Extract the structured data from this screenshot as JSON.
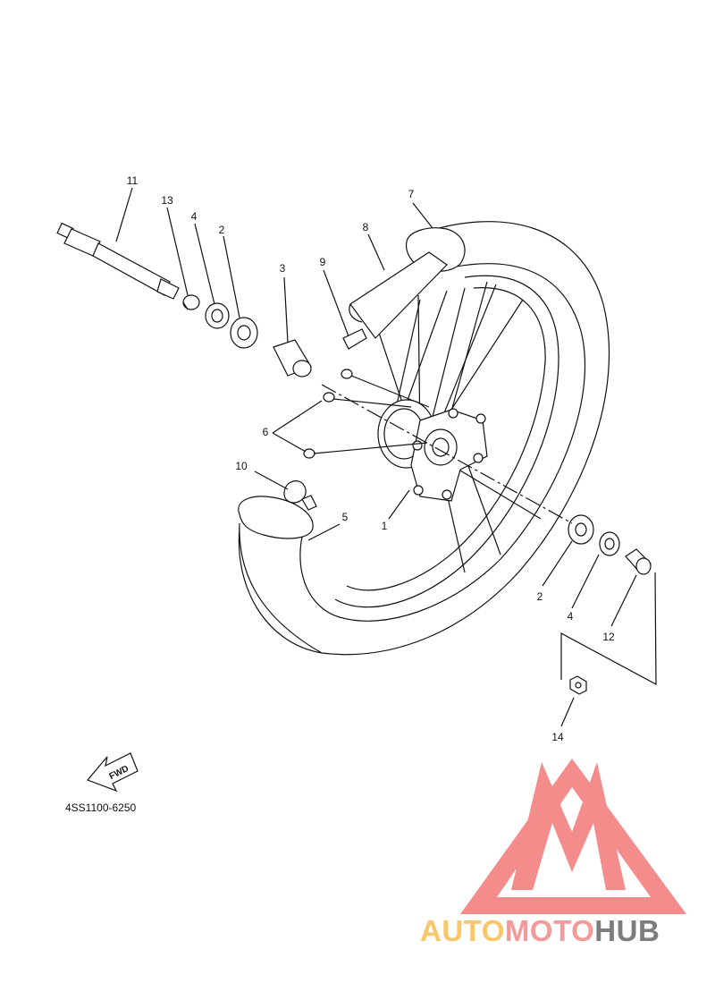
{
  "diagram": {
    "callouts": [
      {
        "key": "n11",
        "label": "11"
      },
      {
        "key": "n13",
        "label": "13"
      },
      {
        "key": "n4a",
        "label": "4"
      },
      {
        "key": "n2a",
        "label": "2"
      },
      {
        "key": "n3",
        "label": "3"
      },
      {
        "key": "n9",
        "label": "9"
      },
      {
        "key": "n8",
        "label": "8"
      },
      {
        "key": "n7",
        "label": "7"
      },
      {
        "key": "n6",
        "label": "6"
      },
      {
        "key": "n10",
        "label": "10"
      },
      {
        "key": "n5",
        "label": "5"
      },
      {
        "key": "n1",
        "label": "1"
      },
      {
        "key": "n2b",
        "label": "2"
      },
      {
        "key": "n4b",
        "label": "4"
      },
      {
        "key": "n12",
        "label": "12"
      },
      {
        "key": "n14",
        "label": "14"
      }
    ],
    "fwd_label": "FWD",
    "diagram_code": "4SS1100-6250"
  },
  "watermark": {
    "logo_icon": "triangle-m-logo-icon",
    "part1": "AUTO",
    "part2": "MOTO",
    "part3": "HUB",
    "colors": {
      "triangle": "#f48c8c",
      "auto": "#f9c76a",
      "moto": "#f59a9a",
      "hub": "#7d7d7d"
    }
  }
}
